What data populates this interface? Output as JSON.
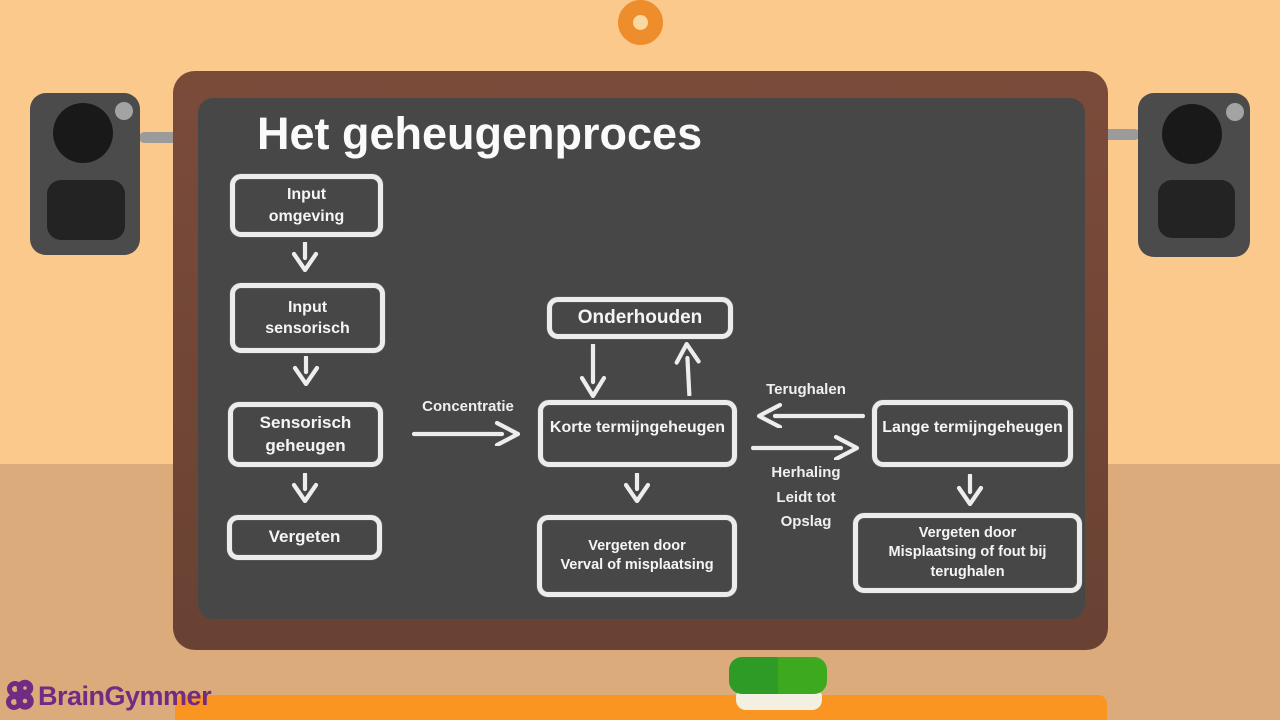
{
  "colors": {
    "wall_top": "#fcc98d",
    "wall_bottom": "#dcab7b",
    "board_frame_brown": "#7b4b3a",
    "board_surface_gray": "#474747",
    "chalk_white": "#ececec",
    "tray_orange": "#fa9522",
    "donut_orange": "#ee8d2c",
    "eraser_green_dark": "#2e9b26",
    "eraser_green_light": "#3ca91e",
    "eraser_base_cream": "#f3f0e1",
    "logo_purple": "#702b82"
  },
  "board": {
    "title": "Het geheugenproces",
    "boxes": {
      "input_omgeving": {
        "line1": "Input",
        "line2": "omgeving"
      },
      "input_sensorisch": {
        "line1": "Input",
        "line2": "sensorisch"
      },
      "sensorisch_geheugen": {
        "line1": "Sensorisch",
        "line2": "geheugen"
      },
      "vergeten": {
        "line1": "Vergeten"
      },
      "onderhouden": {
        "line1": "Onderhouden"
      },
      "korte_termijngeheugen": {
        "line1": "Korte termijngeheugen"
      },
      "lange_termijngeheugen": {
        "line1": "Lange termijngeheugen"
      },
      "vergeten_verval": {
        "line1": "Vergeten door",
        "line2": "Verval of misplaatsing"
      },
      "vergeten_misplaatsing": {
        "line1": "Vergeten door",
        "line2": "Misplaatsing of fout bij",
        "line3": "terughalen"
      }
    },
    "edge_labels": {
      "concentratie": "Concentratie",
      "terughalen": "Terughalen",
      "herhaling": "Herhaling",
      "leidt_tot": "Leidt tot",
      "opslag": "Opslag"
    }
  },
  "footer": {
    "logo_text": "BrainGymmer"
  }
}
